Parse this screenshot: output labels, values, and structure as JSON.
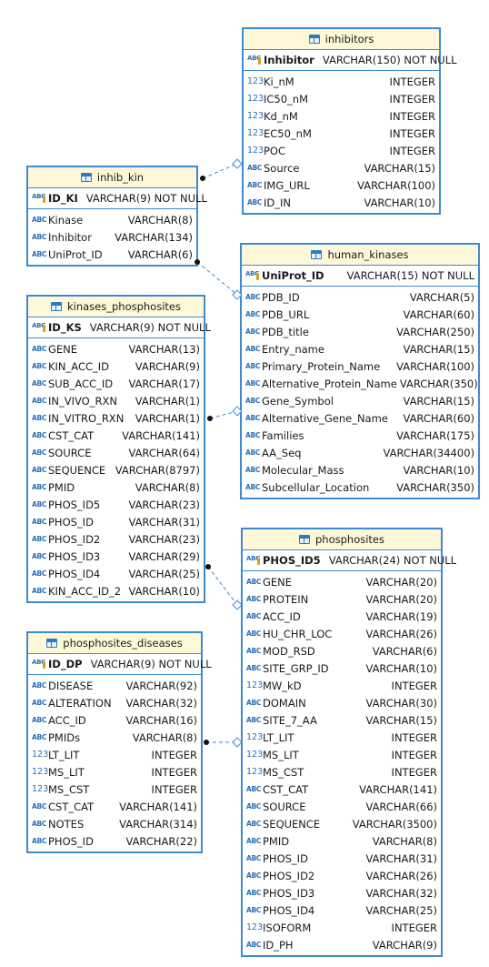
{
  "colors": {
    "border": "#3d8ad4",
    "header_bg": "#fff8d8",
    "link": "#3d8ad4",
    "type_icon": "#2c6fb8",
    "key_icon": "#d8a21a"
  },
  "tables": {
    "inhibitors": {
      "title": "inhibitors",
      "pk": {
        "name": "Inhibitor",
        "type": "VARCHAR(150) NOT NULL"
      },
      "columns": [
        {
          "icon": "numeric-icon",
          "name": "Ki_nM",
          "type": "INTEGER"
        },
        {
          "icon": "numeric-icon",
          "name": "IC50_nM",
          "type": "INTEGER"
        },
        {
          "icon": "numeric-icon",
          "name": "Kd_nM",
          "type": "INTEGER"
        },
        {
          "icon": "numeric-icon",
          "name": "EC50_nM",
          "type": "INTEGER"
        },
        {
          "icon": "numeric-icon",
          "name": "POC",
          "type": "INTEGER"
        },
        {
          "icon": "text-icon",
          "name": "Source",
          "type": "VARCHAR(15)"
        },
        {
          "icon": "text-icon",
          "name": "IMG_URL",
          "type": "VARCHAR(100)"
        },
        {
          "icon": "text-icon",
          "name": "ID_IN",
          "type": "VARCHAR(10)"
        }
      ]
    },
    "inhib_kin": {
      "title": "inhib_kin",
      "pk": {
        "name": "ID_KI",
        "type": "VARCHAR(9) NOT NULL"
      },
      "columns": [
        {
          "icon": "text-icon",
          "name": "Kinase",
          "type": "VARCHAR(8)"
        },
        {
          "icon": "text-icon",
          "name": "Inhibitor",
          "type": "VARCHAR(134)"
        },
        {
          "icon": "text-icon",
          "name": "UniProt_ID",
          "type": "VARCHAR(6)"
        }
      ]
    },
    "human_kinases": {
      "title": "human_kinases",
      "pk": {
        "name": "UniProt_ID",
        "type": "VARCHAR(15) NOT NULL"
      },
      "columns": [
        {
          "icon": "text-icon",
          "name": "PDB_ID",
          "type": "VARCHAR(5)"
        },
        {
          "icon": "text-icon",
          "name": "PDB_URL",
          "type": "VARCHAR(60)"
        },
        {
          "icon": "text-icon",
          "name": "PDB_title",
          "type": "VARCHAR(250)"
        },
        {
          "icon": "text-icon",
          "name": "Entry_name",
          "type": "VARCHAR(15)"
        },
        {
          "icon": "text-icon",
          "name": "Primary_Protein_Name",
          "type": "VARCHAR(100)"
        },
        {
          "icon": "text-icon",
          "name": "Alternative_Protein_Name",
          "type": "VARCHAR(350)"
        },
        {
          "icon": "text-icon",
          "name": "Gene_Symbol",
          "type": "VARCHAR(15)"
        },
        {
          "icon": "text-icon",
          "name": "Alternative_Gene_Name",
          "type": "VARCHAR(60)"
        },
        {
          "icon": "text-icon",
          "name": "Families",
          "type": "VARCHAR(175)"
        },
        {
          "icon": "text-icon",
          "name": "AA_Seq",
          "type": "VARCHAR(34400)"
        },
        {
          "icon": "text-icon",
          "name": "Molecular_Mass",
          "type": "VARCHAR(10)"
        },
        {
          "icon": "text-icon",
          "name": "Subcellular_Location",
          "type": "VARCHAR(350)"
        }
      ]
    },
    "kinases_phosphosites": {
      "title": "kinases_phosphosites",
      "pk": {
        "name": "ID_KS",
        "type": "VARCHAR(9) NOT NULL"
      },
      "columns": [
        {
          "icon": "text-icon",
          "name": "GENE",
          "type": "VARCHAR(13)"
        },
        {
          "icon": "text-icon",
          "name": "KIN_ACC_ID",
          "type": "VARCHAR(9)"
        },
        {
          "icon": "text-icon",
          "name": "SUB_ACC_ID",
          "type": "VARCHAR(17)"
        },
        {
          "icon": "text-icon",
          "name": "IN_VIVO_RXN",
          "type": "VARCHAR(1)"
        },
        {
          "icon": "text-icon",
          "name": "IN_VITRO_RXN",
          "type": "VARCHAR(1)"
        },
        {
          "icon": "text-icon",
          "name": "CST_CAT",
          "type": "VARCHAR(141)"
        },
        {
          "icon": "text-icon",
          "name": "SOURCE",
          "type": "VARCHAR(64)"
        },
        {
          "icon": "text-icon",
          "name": "SEQUENCE",
          "type": "VARCHAR(8797)"
        },
        {
          "icon": "text-icon",
          "name": "PMID",
          "type": "VARCHAR(8)"
        },
        {
          "icon": "text-icon",
          "name": "PHOS_ID5",
          "type": "VARCHAR(23)"
        },
        {
          "icon": "text-icon",
          "name": "PHOS_ID",
          "type": "VARCHAR(31)"
        },
        {
          "icon": "text-icon",
          "name": "PHOS_ID2",
          "type": "VARCHAR(23)"
        },
        {
          "icon": "text-icon",
          "name": "PHOS_ID3",
          "type": "VARCHAR(29)"
        },
        {
          "icon": "text-icon",
          "name": "PHOS_ID4",
          "type": "VARCHAR(25)"
        },
        {
          "icon": "text-icon",
          "name": "KIN_ACC_ID_2",
          "type": "VARCHAR(10)"
        }
      ]
    },
    "phosphosites": {
      "title": "phosphosites",
      "pk": {
        "name": "PHOS_ID5",
        "type": "VARCHAR(24) NOT NULL"
      },
      "columns": [
        {
          "icon": "text-icon",
          "name": "GENE",
          "type": "VARCHAR(20)"
        },
        {
          "icon": "text-icon",
          "name": "PROTEIN",
          "type": "VARCHAR(20)"
        },
        {
          "icon": "text-icon",
          "name": "ACC_ID",
          "type": "VARCHAR(19)"
        },
        {
          "icon": "text-icon",
          "name": "HU_CHR_LOC",
          "type": "VARCHAR(26)"
        },
        {
          "icon": "text-icon",
          "name": "MOD_RSD",
          "type": "VARCHAR(6)"
        },
        {
          "icon": "text-icon",
          "name": "SITE_GRP_ID",
          "type": "VARCHAR(10)"
        },
        {
          "icon": "numeric-icon",
          "name": "MW_kD",
          "type": "INTEGER"
        },
        {
          "icon": "text-icon",
          "name": "DOMAIN",
          "type": "VARCHAR(30)"
        },
        {
          "icon": "text-icon",
          "name": "SITE_7_AA",
          "type": "VARCHAR(15)"
        },
        {
          "icon": "numeric-icon",
          "name": "LT_LIT",
          "type": "INTEGER"
        },
        {
          "icon": "numeric-icon",
          "name": "MS_LIT",
          "type": "INTEGER"
        },
        {
          "icon": "numeric-icon",
          "name": "MS_CST",
          "type": "INTEGER"
        },
        {
          "icon": "text-icon",
          "name": "CST_CAT",
          "type": "VARCHAR(141)"
        },
        {
          "icon": "text-icon",
          "name": "SOURCE",
          "type": "VARCHAR(66)"
        },
        {
          "icon": "text-icon",
          "name": "SEQUENCE",
          "type": "VARCHAR(3500)"
        },
        {
          "icon": "text-icon",
          "name": "PMID",
          "type": "VARCHAR(8)"
        },
        {
          "icon": "text-icon",
          "name": "PHOS_ID",
          "type": "VARCHAR(31)"
        },
        {
          "icon": "text-icon",
          "name": "PHOS_ID2",
          "type": "VARCHAR(26)"
        },
        {
          "icon": "text-icon",
          "name": "PHOS_ID3",
          "type": "VARCHAR(32)"
        },
        {
          "icon": "text-icon",
          "name": "PHOS_ID4",
          "type": "VARCHAR(25)"
        },
        {
          "icon": "numeric-icon",
          "name": "ISOFORM",
          "type": "INTEGER"
        },
        {
          "icon": "text-icon",
          "name": "ID_PH",
          "type": "VARCHAR(9)"
        }
      ]
    },
    "phosphosites_diseases": {
      "title": "phosphosites_diseases",
      "pk": {
        "name": "ID_DP",
        "type": "VARCHAR(9) NOT NULL"
      },
      "columns": [
        {
          "icon": "text-icon",
          "name": "DISEASE",
          "type": "VARCHAR(92)"
        },
        {
          "icon": "text-icon",
          "name": "ALTERATION",
          "type": "VARCHAR(32)"
        },
        {
          "icon": "text-icon",
          "name": "ACC_ID",
          "type": "VARCHAR(16)"
        },
        {
          "icon": "text-icon",
          "name": "PMIDs",
          "type": "VARCHAR(8)"
        },
        {
          "icon": "numeric-icon",
          "name": "LT_LIT",
          "type": "INTEGER"
        },
        {
          "icon": "numeric-icon",
          "name": "MS_LIT",
          "type": "INTEGER"
        },
        {
          "icon": "numeric-icon",
          "name": "MS_CST",
          "type": "INTEGER"
        },
        {
          "icon": "text-icon",
          "name": "CST_CAT",
          "type": "VARCHAR(141)"
        },
        {
          "icon": "text-icon",
          "name": "NOTES",
          "type": "VARCHAR(314)"
        },
        {
          "icon": "text-icon",
          "name": "PHOS_ID",
          "type": "VARCHAR(22)"
        }
      ]
    }
  },
  "relationships": [
    {
      "from": "inhib_kin",
      "to": "inhibitors"
    },
    {
      "from": "inhib_kin",
      "to": "human_kinases"
    },
    {
      "from": "kinases_phosphosites",
      "to": "human_kinases"
    },
    {
      "from": "kinases_phosphosites",
      "to": "phosphosites"
    },
    {
      "from": "phosphosites_diseases",
      "to": "phosphosites"
    }
  ]
}
